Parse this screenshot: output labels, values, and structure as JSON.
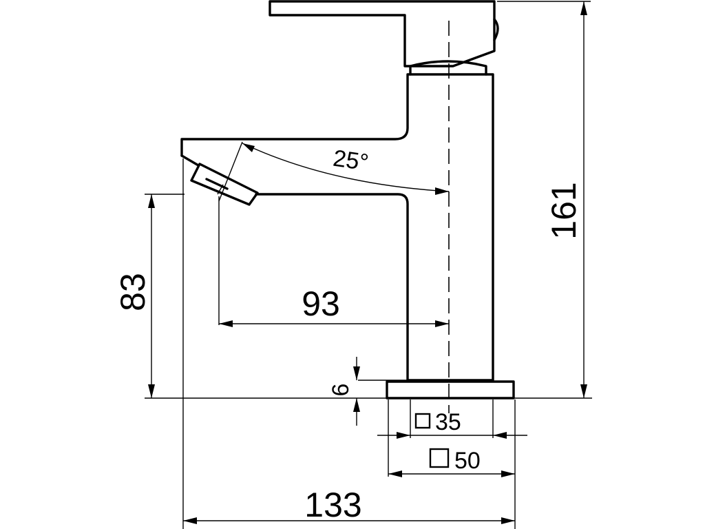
{
  "dimensions": {
    "overall_height": "161",
    "spout_height": "83",
    "spout_reach": "93",
    "base_thickness": "6",
    "overall_length": "133",
    "body_square": "35",
    "base_square": "50",
    "spout_angle": "25°"
  }
}
